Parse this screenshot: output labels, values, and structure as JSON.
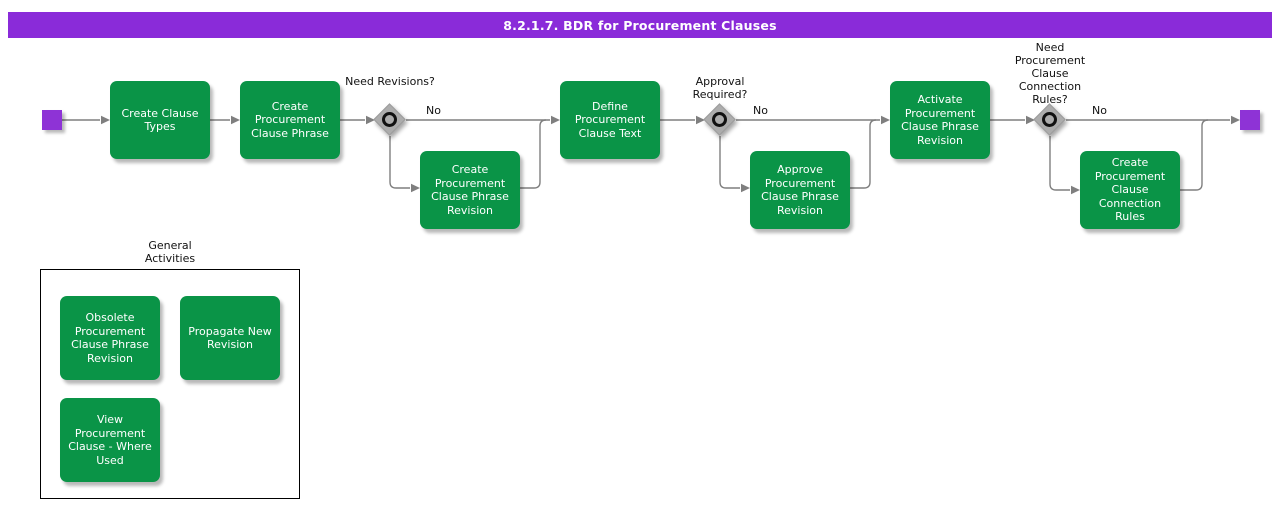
{
  "title_bar": {
    "label": "8.2.1.7. BDR for Procurement Clauses"
  },
  "flow": {
    "start": {
      "type": "terminator"
    },
    "end": {
      "type": "terminator"
    },
    "steps": {
      "create_clause_types": "Create Clause Types",
      "create_procurement_clause_phrase": "Create Procurement Clause Phrase",
      "create_procurement_clause_phrase_revision": "Create Procurement Clause Phrase Revision",
      "define_procurement_clause_text": "Define Procurement Clause Text",
      "approve_procurement_clause_phrase_revision": "Approve Procurement Clause Phrase Revision",
      "activate_procurement_clause_phrase_revision": "Activate Procurement Clause Phrase Revision",
      "create_procurement_clause_connection_rules": "Create Procurement Clause Connection Rules"
    },
    "decisions": {
      "need_revisions": {
        "question": "Need Revisions?",
        "branch_no": "No"
      },
      "approval_required": {
        "question": "Approval Required?",
        "branch_no": "No"
      },
      "need_connection_rules": {
        "question": "Need Procurement Clause Connection Rules?",
        "branch_no": "No"
      }
    }
  },
  "general_activities": {
    "title": "General Activities",
    "items": [
      "Obsolete Procurement Clause Phrase Revision",
      "Propagate New Revision",
      "View Procurement Clause - Where Used"
    ]
  },
  "colors": {
    "activity_green": "#0A9447",
    "title_purple": "#8A2BD9",
    "terminator_purple": "#8E33D6",
    "connector_gray": "#7F7F7F"
  }
}
